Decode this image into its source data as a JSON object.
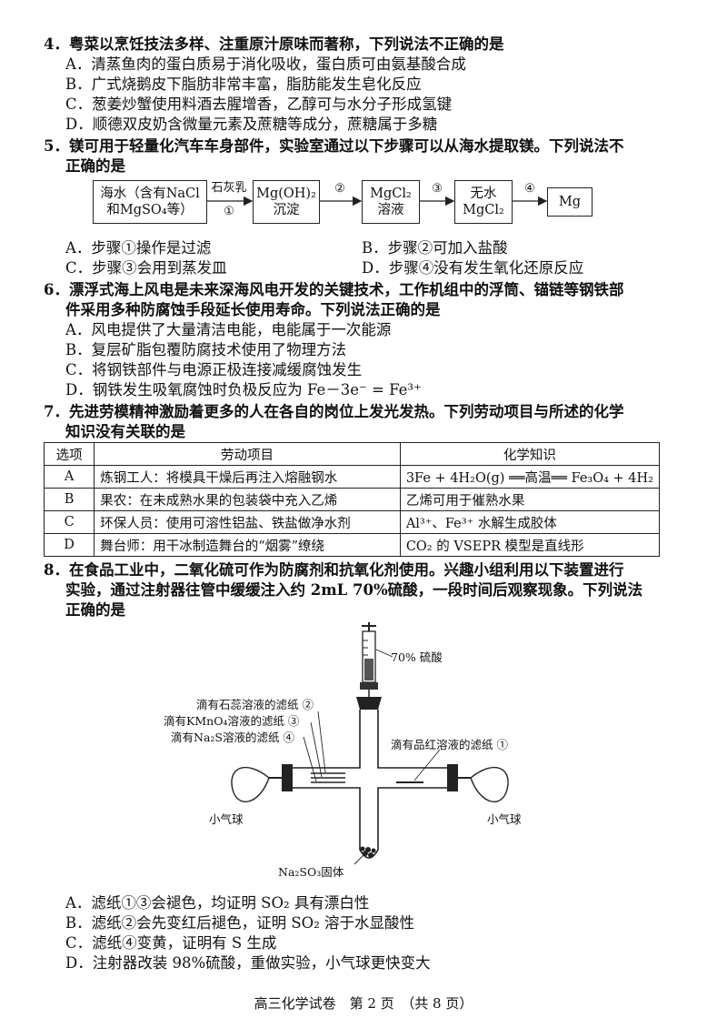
{
  "q4": {
    "stem": "4．粤菜以烹饪技法多样、注重原汁原味而著称，下列说法不正确的是",
    "options": [
      "A．清蒸鱼肉的蛋白质易于消化吸收，蛋白质可由氨基酸合成",
      "B．广式烧鹅皮下脂肪非常丰富，脂肪能发生皂化反应",
      "C．葱姜炒蟹使用料酒去腥增香，乙醇可与水分子形成氢键",
      "D．顺德双皮奶含微量元素及蔗糖等成分，蔗糖属于多糖"
    ]
  },
  "q5": {
    "stem1": "5．镁可用于轻量化汽车车身部件，实验室通过以下步骤可以从海水提取镁。下列说法不",
    "stem2": "正确的是",
    "flow": {
      "box1_l1": "海水（含有NaCl",
      "box1_l2": "和MgSO₄等）",
      "arrow1_top": "石灰乳",
      "arrow1_bottom": "①",
      "box2_l1": "Mg(OH)₂",
      "box2_l2": "沉淀",
      "arrow2_top": "②",
      "box3_l1": "MgCl₂",
      "box3_l2": "溶液",
      "arrow3_top": "③",
      "box4_l1": "无水",
      "box4_l2": "MgCl₂",
      "arrow4_top": "④",
      "box5": "Mg"
    },
    "options": [
      "A．步骤①操作是过滤",
      "B．步骤②可加入盐酸",
      "C．步骤③会用到蒸发皿",
      "D．步骤④没有发生氧化还原反应"
    ]
  },
  "q6": {
    "stem1": "6．漂浮式海上风电是未来深海风电开发的关键技术，工作机组中的浮筒、锚链等钢铁部",
    "stem2": "件采用多种防腐蚀手段延长使用寿命。下列说法正确的是",
    "options": [
      "A．风电提供了大量清洁电能，电能属于一次能源",
      "B．复层矿脂包覆防腐技术使用了物理方法",
      "C．将钢铁部件与电源正极连接减缓腐蚀发生",
      "D．钢铁发生吸氧腐蚀时负极反应为 Fe－3e⁻ = Fe³⁺"
    ]
  },
  "q7": {
    "stem1": "7．先进劳模精神激励着更多的人在各自的岗位上发光发热。下列劳动项目与所述的化学",
    "stem2": "知识没有关联的是",
    "headers": [
      "选项",
      "劳动项目",
      "化学知识"
    ],
    "rows": [
      {
        "opt": "A",
        "labor": "炼钢工人：将模具干燥后再注入熔融钢水",
        "chem": "3Fe + 4H₂O(g) ══高温══ Fe₃O₄ + 4H₂"
      },
      {
        "opt": "B",
        "labor": "果农：在未成熟水果的包装袋中充入乙烯",
        "chem": "乙烯可用于催熟水果"
      },
      {
        "opt": "C",
        "labor": "环保人员：使用可溶性铝盐、铁盐做净水剂",
        "chem": "Al³⁺、Fe³⁺ 水解生成胶体"
      },
      {
        "opt": "D",
        "labor": "舞台师：用干冰制造舞台的“烟雾”缭绕",
        "chem": "CO₂ 的 VSEPR 模型是直线形"
      }
    ]
  },
  "q8": {
    "stem1": "8．在食品工业中，二氧化硫可作为防腐剂和抗氧化剂使用。兴趣小组利用以下装置进行",
    "stem2": "实验，通过注射器往管中缓缓注入约 2mL 70%硫酸，一段时间后观察现象。下列说法",
    "stem3": "正确的是",
    "labels": {
      "acid": "70% 硫酸",
      "p2": "滴有石蕊溶液的滤纸 ②",
      "p3": "滴有KMnO₄溶液的滤纸 ③",
      "p4": "滴有Na₂S溶液的滤纸 ④",
      "p1": "滴有品红溶液的滤纸 ①",
      "balloon_left": "小气球",
      "balloon_right": "小气球",
      "solid": "Na₂SO₃固体"
    },
    "options": [
      "A．滤纸①③会褪色，均证明 SO₂ 具有漂白性",
      "B．滤纸②会先变红后褪色，证明 SO₂ 溶于水显酸性",
      "C．滤纸④变黄，证明有 S 生成",
      "D．注射器改装 98%硫酸，重做实验，小气球更快变大"
    ]
  },
  "footer": "高三化学试卷　第 2 页　（共 8 页）"
}
